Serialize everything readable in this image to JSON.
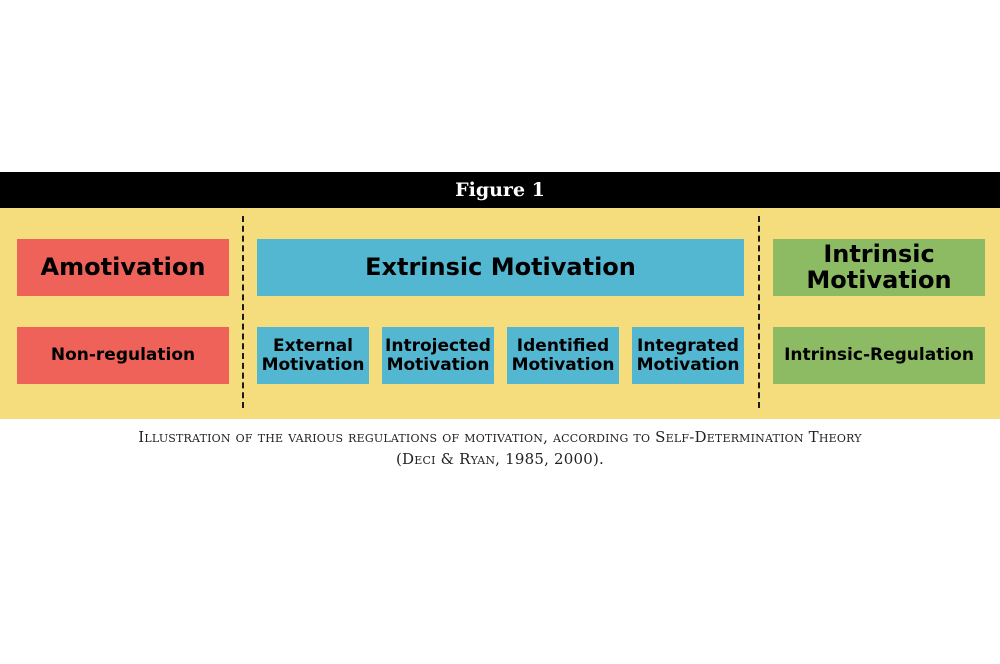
{
  "figure": {
    "title": "Figure 1"
  },
  "boxes": {
    "amotivation": "Amotivation",
    "extrinsic": "Extrinsic Motivation",
    "intrinsic_line1": "Intrinsic",
    "intrinsic_line2": "Motivation",
    "non_regulation": "Non-regulation",
    "external_line1": "External",
    "external_line2": "Motivation",
    "introjected_line1": "Introjected",
    "introjected_line2": "Motivation",
    "identified_line1": "Identified",
    "identified_line2": "Motivation",
    "integrated_line1": "Integrated",
    "integrated_line2": "Motivation",
    "intrinsic_regulation": "Intrinsic-Regulation"
  },
  "caption": {
    "line1": "Illustration of the various regulations of motivation, according to Self-Determination Theory",
    "line2": "(Deci & Ryan, 1985, 2000)."
  },
  "colors": {
    "header": "#000000",
    "panel": "#f5dd7e",
    "amotivation": "#ef6259",
    "extrinsic": "#54b7d2",
    "intrinsic": "#8dbb63"
  }
}
